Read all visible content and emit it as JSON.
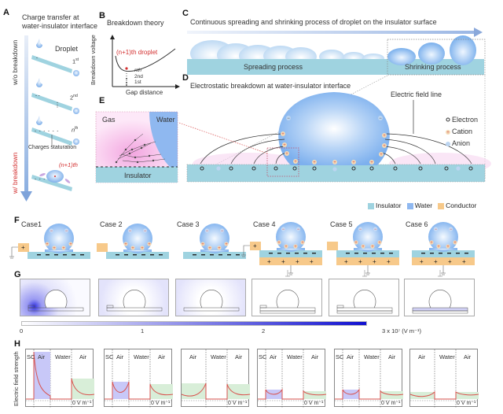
{
  "panels": {
    "A": {
      "label": "A",
      "title_line1": "Charge transfer at",
      "title_line2": "water-insulator interface",
      "droplet_label": "Droplet",
      "steps": [
        "1st",
        "2nd",
        "nth"
      ],
      "step_sup": [
        "st",
        "nd",
        "th"
      ],
      "step_base": [
        "1",
        "2",
        "n"
      ],
      "ellipsis": "⋮",
      "saturation_label": "Charges staturation",
      "breakdown_step": "(n+1)th",
      "axis_wo": "w/o breakdown",
      "axis_w": "w/ breakdown"
    },
    "B": {
      "label": "B",
      "title": "Breakdown theory",
      "ylabel": "Breakdown voltage",
      "xlabel": "Gap distance",
      "highlight": "(n+1)th droplet",
      "levels": [
        "nth",
        "2nd",
        "1st"
      ]
    },
    "C": {
      "label": "C",
      "title": "Continuous spreading and shrinking process of droplet on the insulator surface",
      "spreading": "Spreading process",
      "shrinking": "Shrinking  process"
    },
    "D": {
      "label": "D",
      "title": "Electrostatic breakdown  at water-insulator interface",
      "field_line": "Electric  field line",
      "legend": [
        {
          "symbol": "electron",
          "label": "Electron"
        },
        {
          "symbol": "cation",
          "label": "Cation"
        },
        {
          "symbol": "anion",
          "label": "Anion"
        }
      ]
    },
    "E": {
      "label": "E",
      "gas": "Gas",
      "water": "Water",
      "insulator": "Insulator"
    },
    "materials_legend": [
      {
        "label": "Insulator",
        "color": "#9fd3e0"
      },
      {
        "label": "Water",
        "color": "#8fb8f0"
      },
      {
        "label": "Conductor",
        "color": "#f7c98a"
      }
    ],
    "F": {
      "label": "F",
      "cases": [
        "Case1",
        "Case 2",
        "Case 3",
        "Case 4",
        "Case 5",
        "Case 6"
      ]
    },
    "G": {
      "label": "G",
      "colorbar": {
        "ticks": [
          "0",
          "1",
          "2",
          "3 x 10⁷ (V m⁻¹)"
        ],
        "min": 0,
        "max": 3,
        "unit": "x 10^7 V m^-1",
        "color_low": "#ffffff",
        "color_high": "#1010d0"
      }
    },
    "H": {
      "label": "H",
      "ylabel": "Electric field strength",
      "zero_label": "0 V m⁻¹",
      "plots": [
        {
          "regions": [
            "SC",
            "Air",
            "Water",
            "Air"
          ],
          "sc_air_fill": "blue",
          "right_fill": "green"
        },
        {
          "regions": [
            "SC",
            "Air",
            "Water",
            "Air"
          ],
          "sc_air_fill": "blue",
          "right_fill": "green"
        },
        {
          "regions": [
            "Air",
            "Water",
            "Air"
          ],
          "sc_air_fill": "green",
          "right_fill": "green"
        },
        {
          "regions": [
            "SC",
            "Air",
            "Water",
            "Air"
          ],
          "sc_air_fill": "blue",
          "right_fill": "green"
        },
        {
          "regions": [
            "SC",
            "Air",
            "Water",
            "Air"
          ],
          "sc_air_fill": "blue",
          "right_fill": "green"
        },
        {
          "regions": [
            "Air",
            "Water",
            "Air"
          ],
          "sc_air_fill": "green",
          "right_fill": "green"
        }
      ]
    }
  },
  "colors": {
    "insulator": "#9fd3e0",
    "water": "#8fb8f0",
    "conductor": "#f7c98a",
    "breakdown_red": "#d32f2f",
    "field_blue_fill": "#c8c8f8",
    "field_green_fill": "#d8eed8",
    "curve_red": "#d9534f"
  }
}
